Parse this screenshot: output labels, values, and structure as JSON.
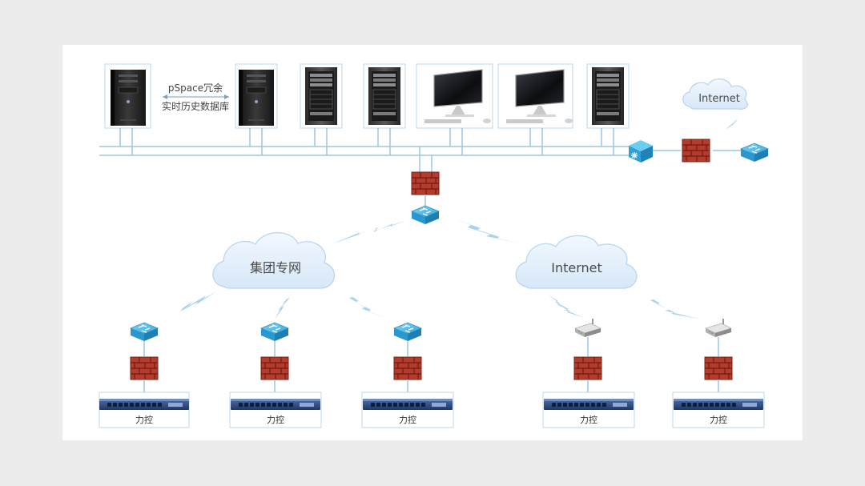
{
  "labels": {
    "redundancy_line1": "pSpace冗余",
    "redundancy_line2": "实时历史数据库",
    "internet_top": "Internet",
    "group_network": "集团专网",
    "internet_main": "Internet",
    "control_unit": "力控"
  },
  "colors": {
    "background": "#ececec",
    "canvas": "#ffffff",
    "bus": "#9cc6e2",
    "cloud_fill": "#e1eefa",
    "cloud_stroke": "#b6d4ef",
    "firewall_brick": "#b23c2c",
    "switch_blue": "#3fb2e6",
    "lightning": "#a9d2ee"
  },
  "icons": [
    "tower-server-icon",
    "rack-server-icon",
    "monitor-icon",
    "cloud-icon",
    "firewall-icon",
    "switch-icon",
    "router-icon",
    "hub-icon",
    "wireless-link-icon"
  ]
}
